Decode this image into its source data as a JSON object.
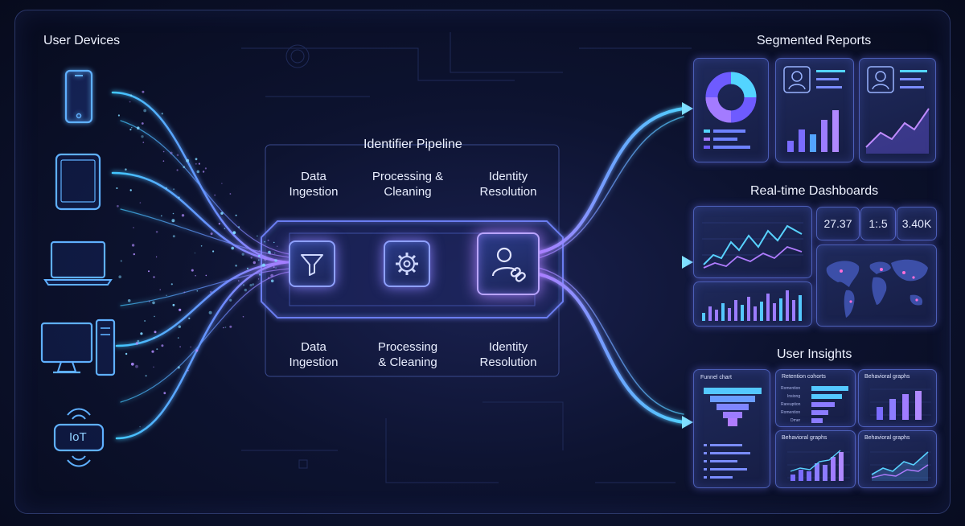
{
  "titles": {
    "user_devices": "User Devices",
    "segmented_reports": "Segmented Reports",
    "identifier_pipeline": "Identifier Pipeline",
    "realtime_dashboards": "Real-time Dashboards",
    "user_insights": "User Insights"
  },
  "pipeline": {
    "stages_top": [
      "Data\nIngestion",
      "Processing &\nCleaning",
      "Identity\nResolution"
    ],
    "stages_bottom": [
      "Data\nIngestion",
      "Processing\n& Cleaning",
      "Identity\nResolution"
    ],
    "icons": [
      "funnel-icon",
      "gear-icon",
      "user-link-icon"
    ]
  },
  "devices": {
    "items": [
      "smartphone-icon",
      "tablet-icon",
      "laptop-icon",
      "desktop-icon",
      "iot-icon"
    ],
    "iot_label": "IoT"
  },
  "dashboards": {
    "kpis": [
      "27.37",
      "1:.5",
      "3.40K"
    ]
  },
  "insights": {
    "funnel_title": "Funnel chart",
    "retention_title": "Retention cohorts",
    "retention_rows": [
      "Romention",
      "Insiong",
      "Rareuption",
      "Romention",
      "Dmer"
    ],
    "retention_values": [
      1.0,
      0.82,
      0.62,
      0.45,
      0.3
    ],
    "behavioral_1": "Behavioral graphs",
    "behavioral_2": "Behavioral graphs",
    "behavioral_3": "Behavioral graphs"
  },
  "colors": {
    "accent_cyan": "#4fc3ff",
    "accent_violet": "#a070ff",
    "accent_blue": "#5b7bff"
  }
}
